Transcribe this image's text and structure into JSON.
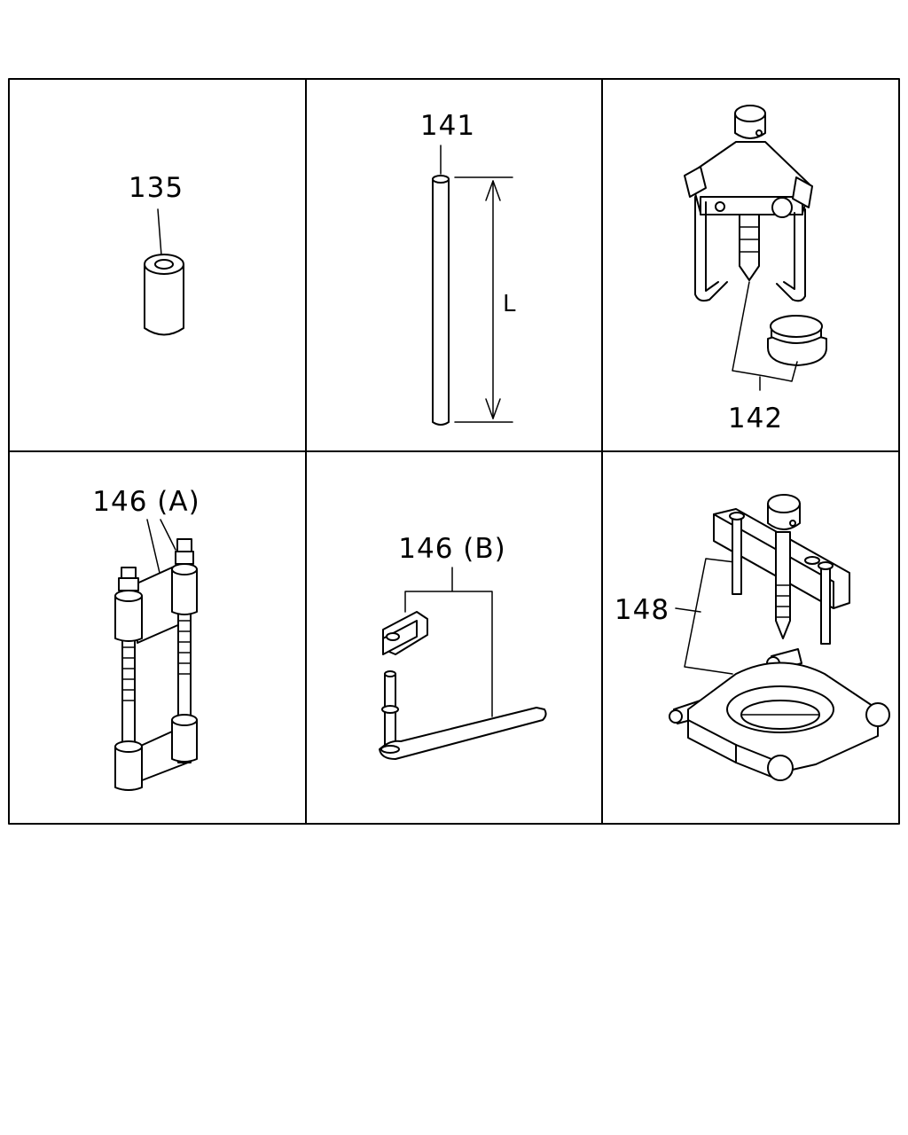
{
  "panels": [
    {
      "id": "panel-135",
      "label": "135",
      "tool": "bushing-sleeve"
    },
    {
      "id": "panel-141",
      "label": "141",
      "dimension_label": "L",
      "tool": "rod"
    },
    {
      "id": "panel-142",
      "label": "142",
      "tool": "three-jaw-puller-with-adapter"
    },
    {
      "id": "panel-146a",
      "label": "146 (A)",
      "tool": "threaded-rod-bracket"
    },
    {
      "id": "panel-146b",
      "label": "146 (B)",
      "tool": "pin-holder-and-wrench"
    },
    {
      "id": "panel-148",
      "label": "148",
      "tool": "bearing-separator-puller"
    }
  ],
  "colors": {
    "line": "#000000",
    "background": "#ffffff"
  }
}
